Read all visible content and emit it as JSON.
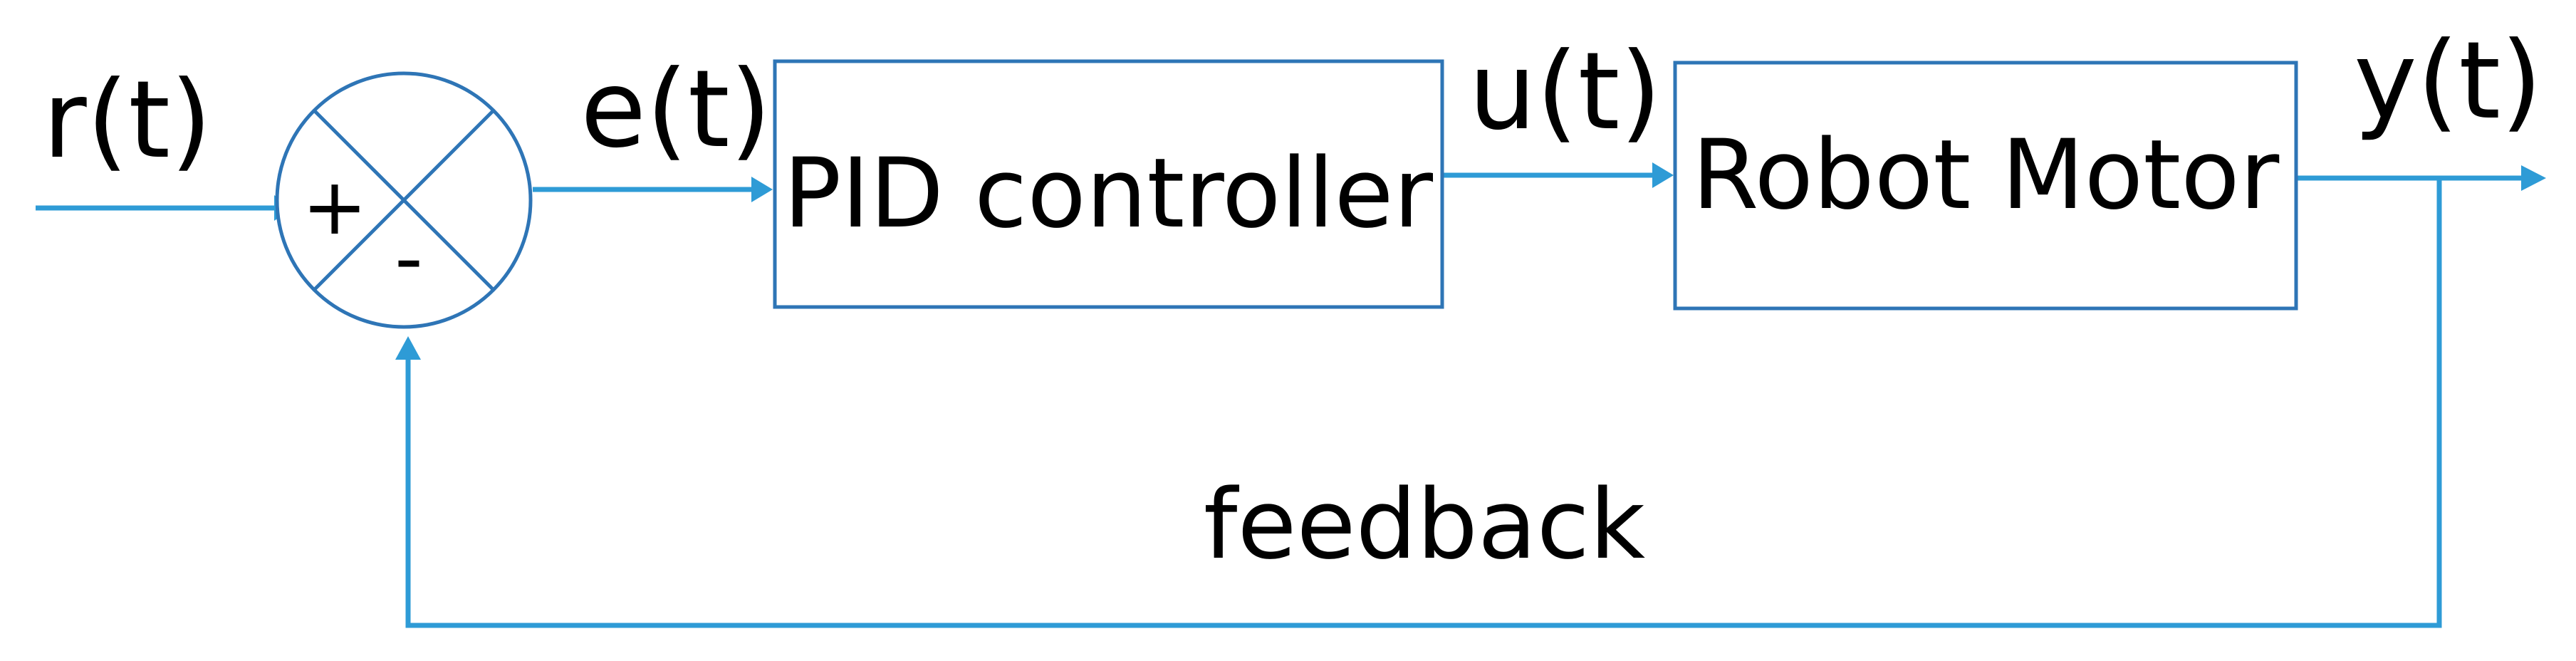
{
  "diagram": {
    "signals": {
      "reference": "r(t)",
      "error": "e(t)",
      "control": "u(t)",
      "output": "y(t)"
    },
    "blocks": {
      "controller": "PID controller",
      "plant": "Robot Motor"
    },
    "summing_junction": {
      "plus_sign": "+",
      "minus_sign": "-"
    },
    "feedback_label": "feedback",
    "colors": {
      "line": "#2E9BD6",
      "box_border": "#2E75B6",
      "text": "#000000"
    }
  }
}
